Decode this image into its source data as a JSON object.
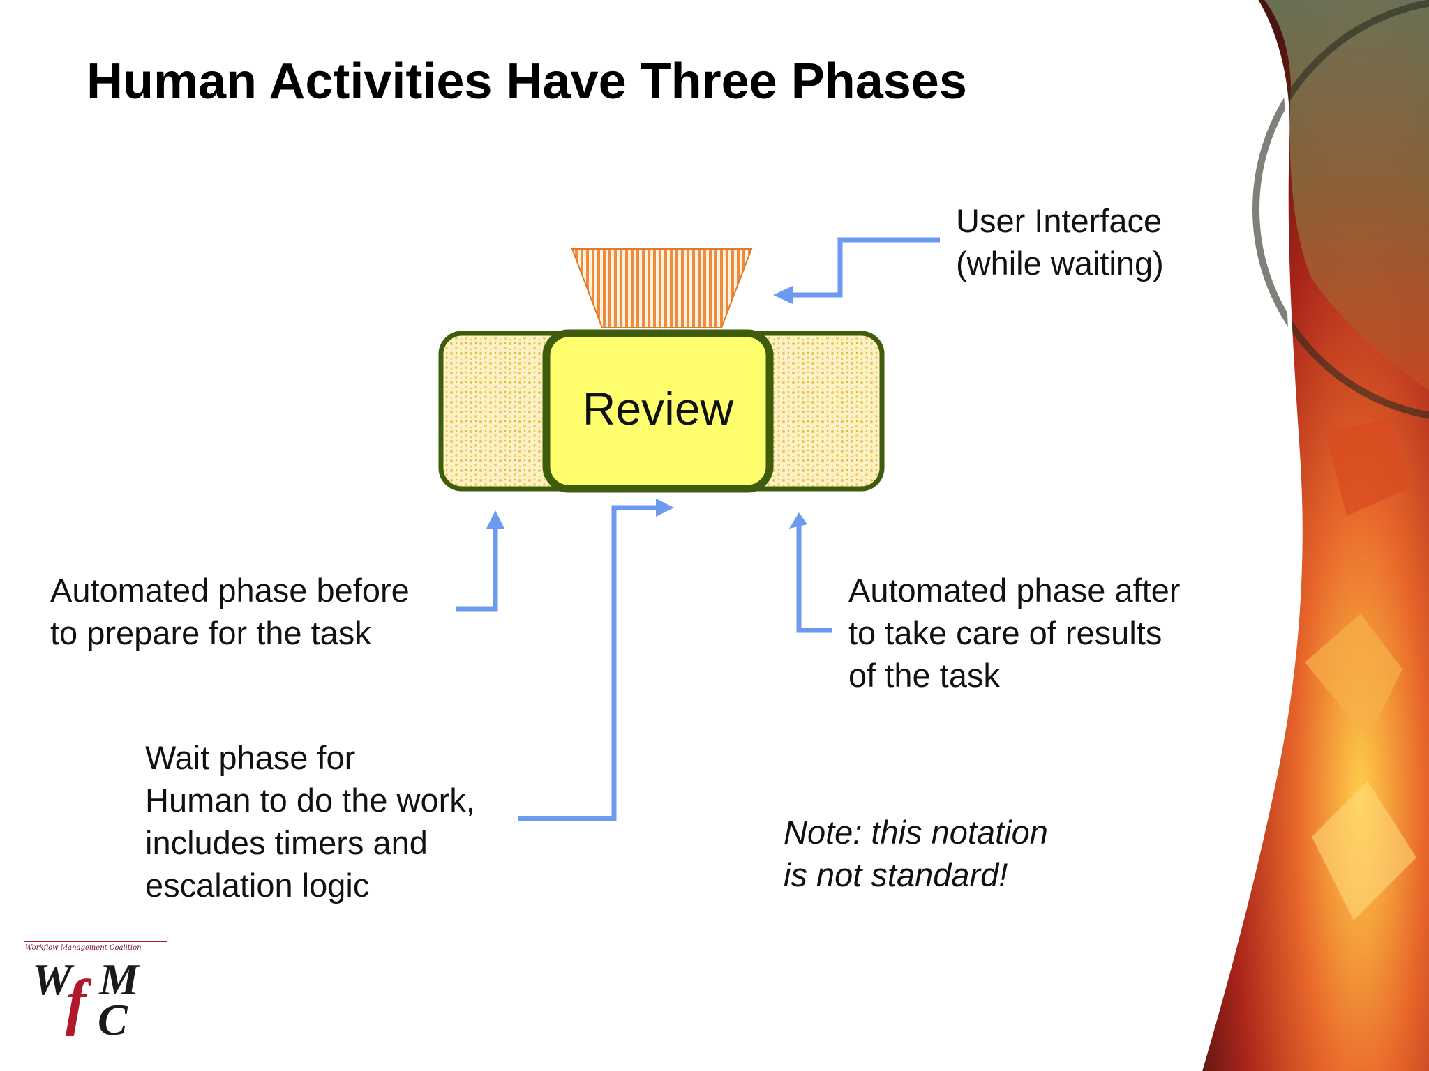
{
  "slide": {
    "title": "Human Activities Have Three Phases"
  },
  "activity": {
    "name": "Review"
  },
  "callouts": {
    "user_interface": [
      "User Interface",
      "(while waiting)"
    ],
    "before": [
      "Automated phase before",
      "to prepare for the task"
    ],
    "after": [
      "Automated phase after",
      "to take care of results",
      "of the task"
    ],
    "wait": [
      "Wait phase for",
      "Human to do the work,",
      "includes timers and",
      "escalation logic"
    ]
  },
  "note": [
    "Note: this notation",
    "is not standard!"
  ],
  "logo": {
    "tagline": "Workflow Management Coalition",
    "letters": [
      "W",
      "f",
      "M",
      "C"
    ]
  },
  "colors": {
    "arrow": "#6b9af0",
    "box_border": "#3e5c0c",
    "inner_fill": "#ffff6e",
    "outer_fill": "#f6e6a0",
    "funnel": "#f0a050"
  }
}
